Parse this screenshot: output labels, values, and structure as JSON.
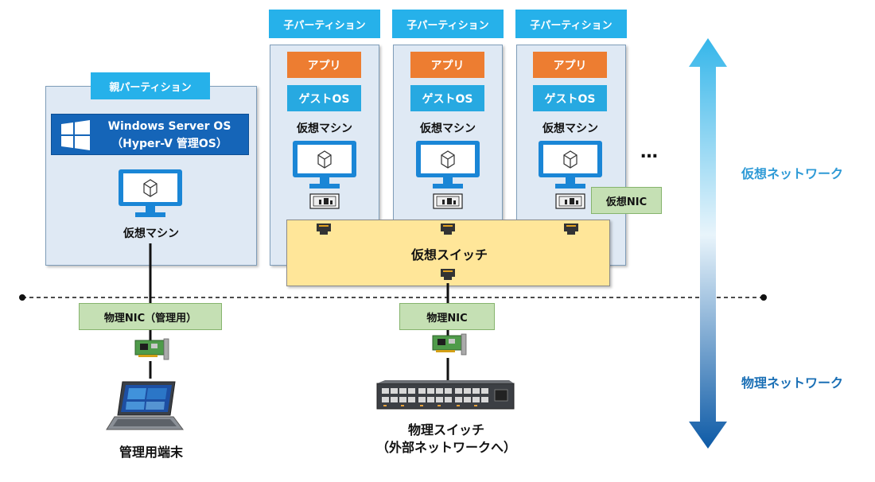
{
  "parent": {
    "tab": "親パーティション",
    "os_line1": "Windows Server OS",
    "os_line2": "（Hyper-V 管理OS）",
    "vm_label": "仮想マシン"
  },
  "children": [
    {
      "tab": "子パーティション",
      "app": "アプリ",
      "guest": "ゲストOS",
      "vm": "仮想マシン"
    },
    {
      "tab": "子パーティション",
      "app": "アプリ",
      "guest": "ゲストOS",
      "vm": "仮想マシン"
    },
    {
      "tab": "子パーティション",
      "app": "アプリ",
      "guest": "ゲストOS",
      "vm": "仮想マシン"
    }
  ],
  "ellipsis": "…",
  "vnic_label": "仮想NIC",
  "vswitch_label": "仮想スイッチ",
  "pnic_mgmt": "物理NIC（管理用）",
  "pnic": "物理NIC",
  "mgmt_terminal": "管理用端末",
  "pswitch_line1": "物理スイッチ",
  "pswitch_line2": "（外部ネットワークへ）",
  "virtual_network": "仮想ネットワーク",
  "physical_network": "物理ネットワーク",
  "colors": {
    "tab_blue": "#26b1ea",
    "app_orange": "#ed7d31",
    "os_dark_blue": "#1565b8",
    "switch_yellow": "#ffe699",
    "nic_green": "#c5e0b4",
    "virtual_text": "#2e9ad6",
    "physical_text": "#1a6fb5"
  }
}
